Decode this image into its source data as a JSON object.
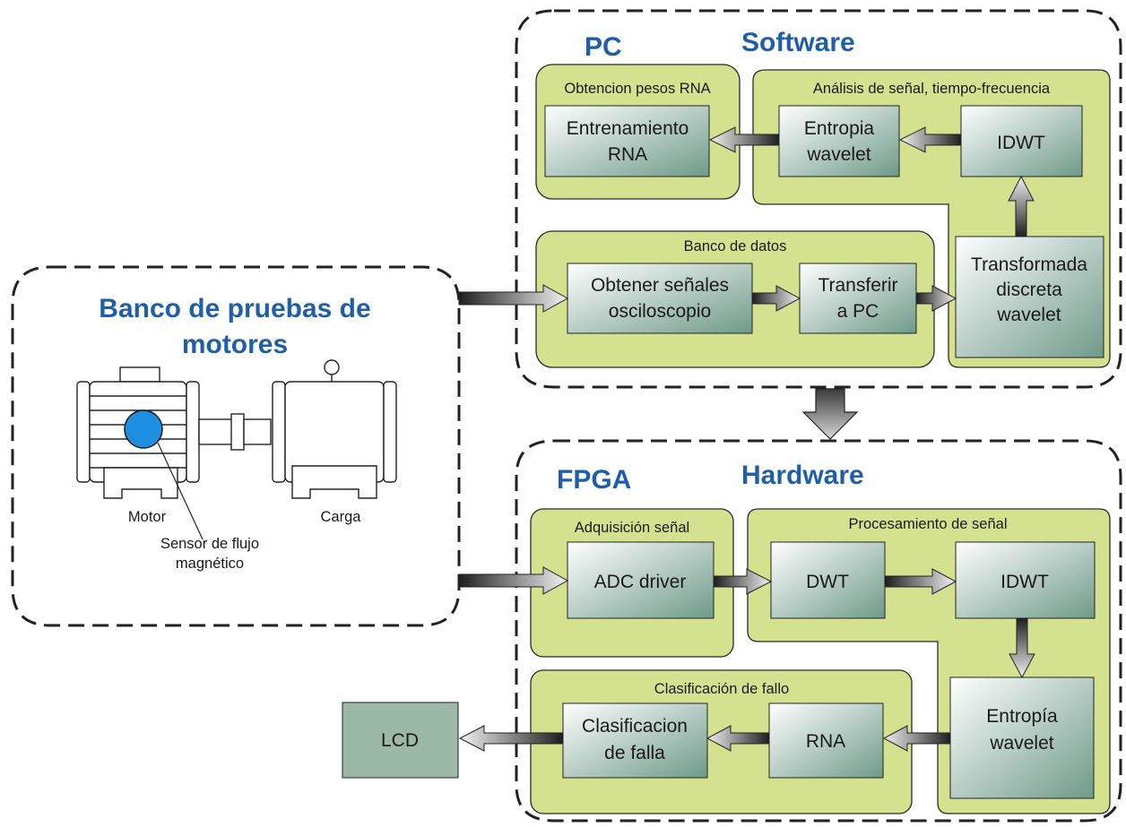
{
  "software_section": {
    "pc_label": "PC",
    "title": "Software",
    "weights_group": {
      "title": "Obtencion pesos RNA",
      "training_line1": "Entrenamiento",
      "training_line2": "RNA"
    },
    "analysis_group": {
      "title": "Análisis de señal, tiempo-frecuencia",
      "entropy_line1": "Entropia",
      "entropy_line2": "wavelet",
      "idwt": "IDWT",
      "transform_line1": "Transformada",
      "transform_line2": "discreta",
      "transform_line3": "wavelet"
    },
    "databank_group": {
      "title": "Banco de datos",
      "obtain_line1": "Obtener señales",
      "obtain_line2": "osciloscopio",
      "transfer_line1": "Transferir",
      "transfer_line2": "a PC"
    }
  },
  "hardware_section": {
    "fpga_label": "FPGA",
    "title": "Hardware",
    "acquisition_group": {
      "title": "Adquisición señal",
      "adc": "ADC driver"
    },
    "processing_group": {
      "title": "Procesamiento de señal",
      "dwt": "DWT",
      "idwt": "IDWT",
      "entropy_line1": "Entropía",
      "entropy_line2": "wavelet"
    },
    "classification_group": {
      "title": "Clasificación de fallo",
      "rna": "RNA",
      "classify_line1": "Clasificacion",
      "classify_line2": "de falla"
    }
  },
  "testbench": {
    "title_line1": "Banco de pruebas de",
    "title_line2": "motores",
    "motor_label": "Motor",
    "load_label": "Carga",
    "sensor_line1": "Sensor de flujo",
    "sensor_line2": "magnético"
  },
  "lcd_label": "LCD",
  "colors": {
    "group_fill": "#d4e290",
    "group_stroke": "#2a2a2a",
    "box_gradient_start": "#ffffff",
    "box_gradient_end": "#6f9a8a",
    "header_blue": "#1f5fa8",
    "sensor_blue": "#1c8fe0"
  }
}
